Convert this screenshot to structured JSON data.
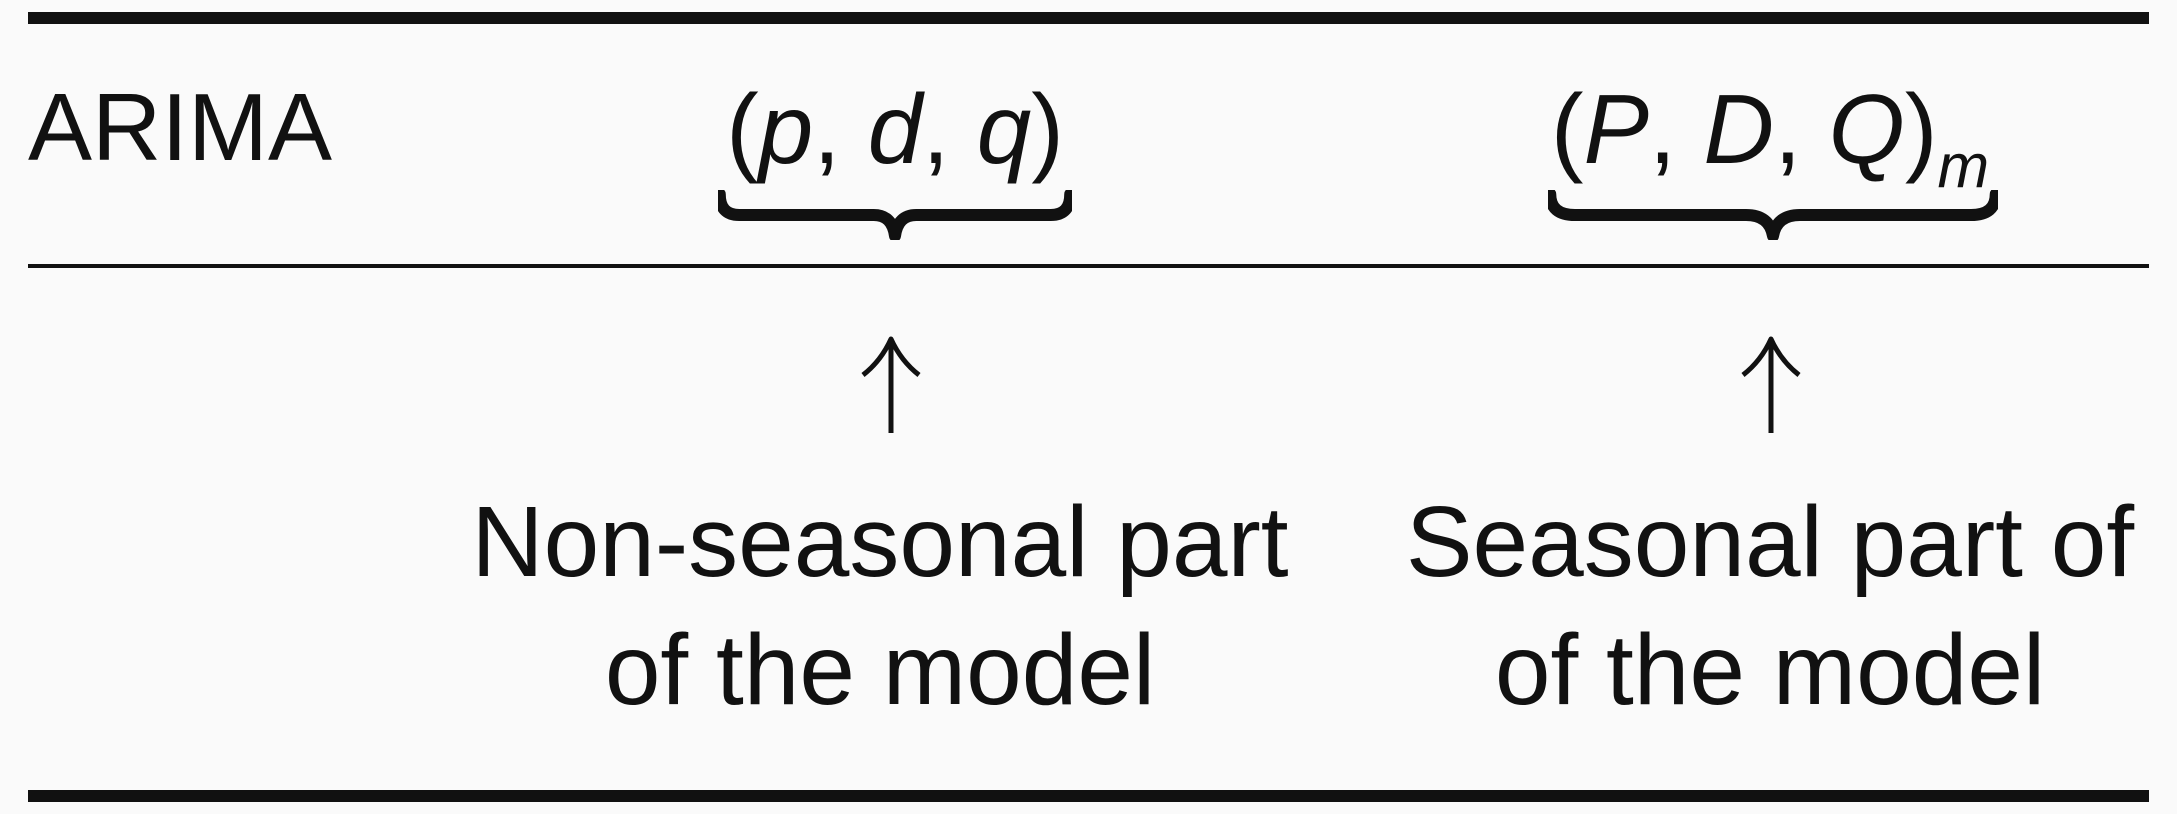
{
  "table": {
    "row_label": "ARIMA",
    "nonseasonal": {
      "open": "(",
      "p": "p",
      "sep1": ", ",
      "d": "d",
      "sep2": ", ",
      "q": "q",
      "close": ")",
      "description_line1": "Non-seasonal part",
      "description_line2": "of the model"
    },
    "seasonal": {
      "open": "(",
      "P": "P",
      "sep1": ", ",
      "D": "D",
      "sep2": ", ",
      "Q": "Q",
      "close": ")",
      "subscript": "m",
      "description_line1": "Seasonal part of",
      "description_line2": "of the model"
    }
  },
  "icons": {
    "brace": "underbrace-icon",
    "arrow": "up-arrow-icon"
  },
  "colors": {
    "ink": "#111111",
    "background": "#fafafa"
  }
}
